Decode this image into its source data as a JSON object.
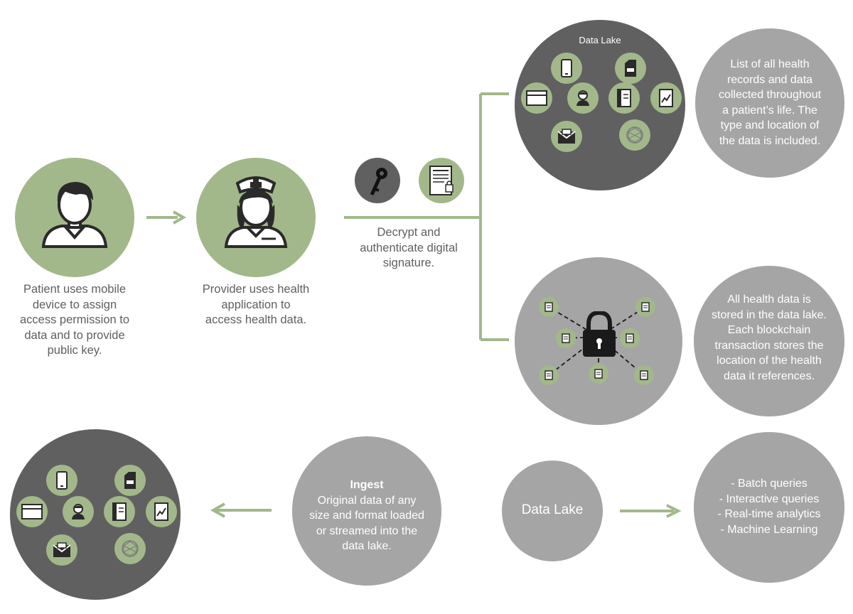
{
  "patient": {
    "caption": [
      "Patient uses mobile",
      "device to assign",
      "access permission to",
      "data and to provide",
      "public key."
    ]
  },
  "provider": {
    "caption": [
      "Provider uses health",
      "application to",
      "access health data."
    ]
  },
  "decrypt": {
    "caption": [
      "Decrypt and",
      "authenticate digital",
      "signature."
    ]
  },
  "data_lake_top": {
    "title": "Data Lake"
  },
  "records_info": {
    "text": [
      "List of all health",
      "records and data",
      "collected throughout",
      "a patient’s life. The",
      "type and location of",
      "the data is included."
    ]
  },
  "storage_info": {
    "text": [
      "All health data is",
      "stored in the data lake.",
      "Each blockchain",
      "transaction stores the",
      "location of the health",
      "data it references."
    ]
  },
  "ingest": {
    "title": "Ingest",
    "text": [
      "Original data of any",
      "size and format loaded",
      "or streamed into the",
      "data lake."
    ]
  },
  "data_lake_bottom": {
    "label": "Data Lake"
  },
  "queries": {
    "items": [
      "Batch queries",
      "Interactive queries",
      "Real-time analytics",
      "Machine Learning"
    ]
  },
  "colors": {
    "green": "#a2b88a",
    "dark_gray": "#606060",
    "mid_gray": "#a5a5a5",
    "text_gray": "#5f5f5f",
    "connector": "#a2b88a"
  }
}
